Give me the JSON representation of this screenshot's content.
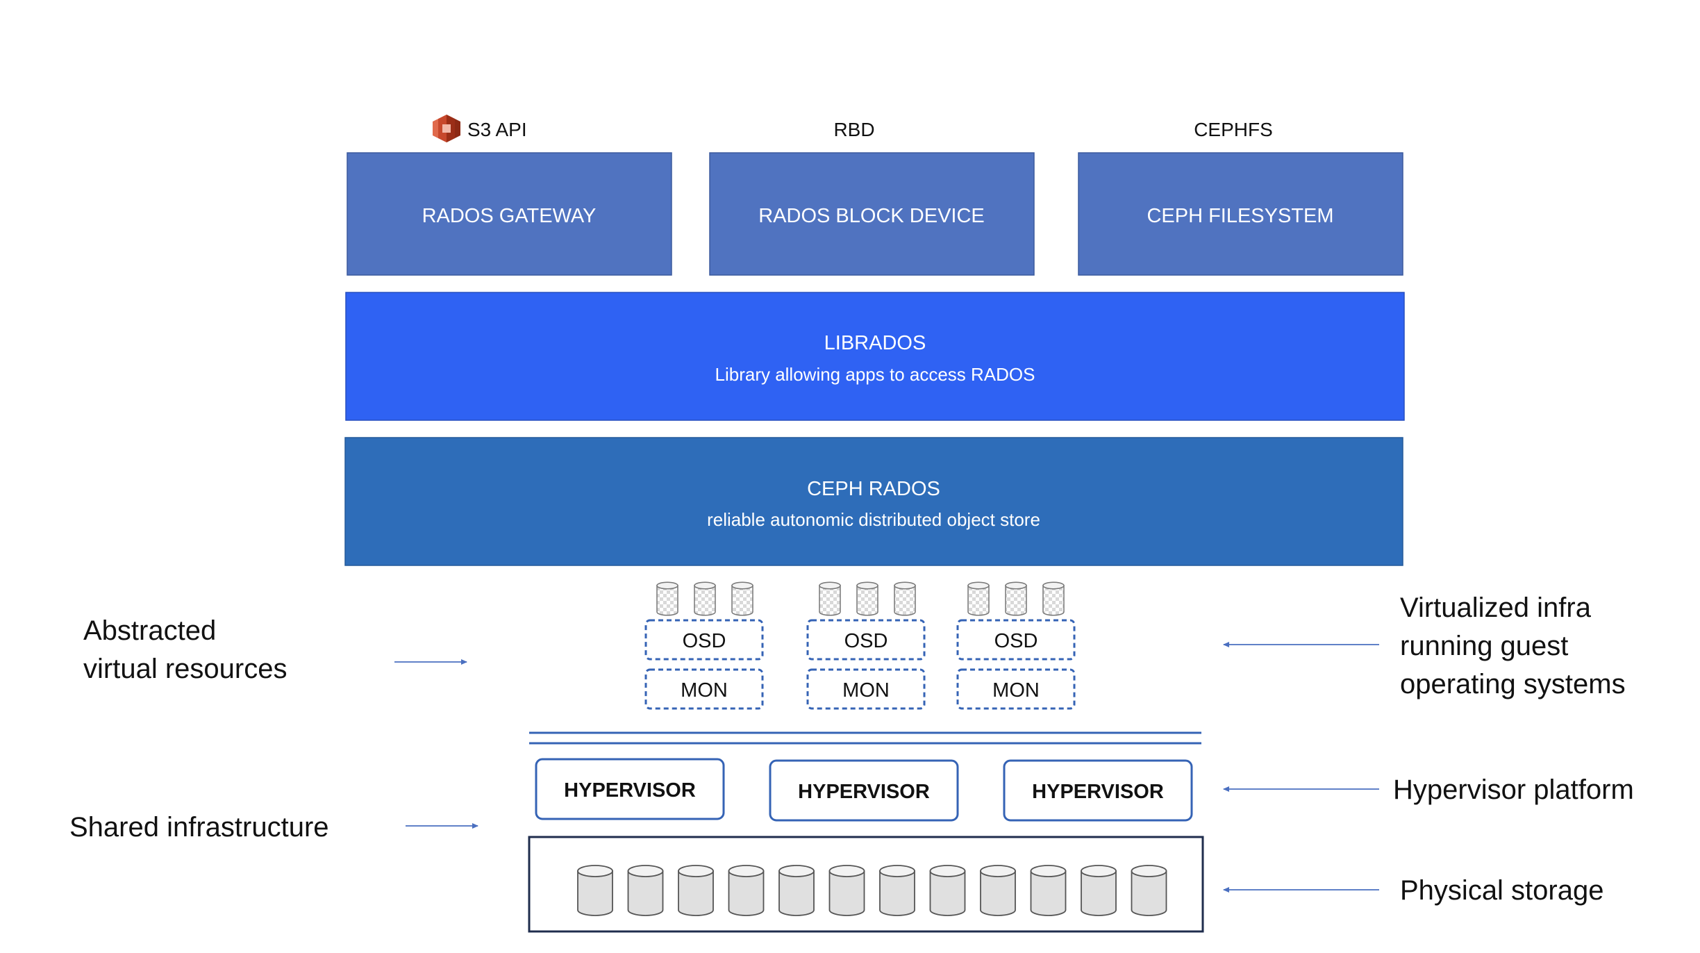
{
  "api_labels": {
    "s3": "S3 API",
    "rbd": "RBD",
    "cephfs": "CEPHFS"
  },
  "top_boxes": {
    "gateway": "RADOS GATEWAY",
    "block_device": "RADOS BLOCK DEVICE",
    "filesystem": "CEPH FILESYSTEM"
  },
  "librados": {
    "title": "LIBRADOS",
    "subtitle": "Library allowing apps to access RADOS"
  },
  "rados": {
    "title": "CEPH RADOS",
    "subtitle": "reliable autonomic distributed object store"
  },
  "vm_groups": [
    {
      "osd": "OSD",
      "mon": "MON"
    },
    {
      "osd": "OSD",
      "mon": "MON"
    },
    {
      "osd": "OSD",
      "mon": "MON"
    }
  ],
  "hypervisors": [
    "HYPERVISOR",
    "HYPERVISOR",
    "HYPERVISOR"
  ],
  "left_labels": {
    "abstracted_line1": "Abstracted",
    "abstracted_line2": "virtual resources",
    "shared": "Shared infrastructure"
  },
  "right_labels": {
    "virtualized_line1": "Virtualized infra",
    "virtualized_line2": "running guest",
    "virtualized_line3": "operating systems",
    "hypervisor_platform": "Hypervisor platform",
    "physical_storage": "Physical storage"
  },
  "colors": {
    "top_box": "#5073C0",
    "librados": "#2F62F3",
    "rados": "#2E6DB9",
    "outline_blue": "#3563B5",
    "arrow": "#4A6FC0",
    "s3_icon": "#C7482C"
  },
  "icons": {
    "s3": "aws-s3-bucket-icon",
    "disk": "storage-cylinder-icon"
  }
}
